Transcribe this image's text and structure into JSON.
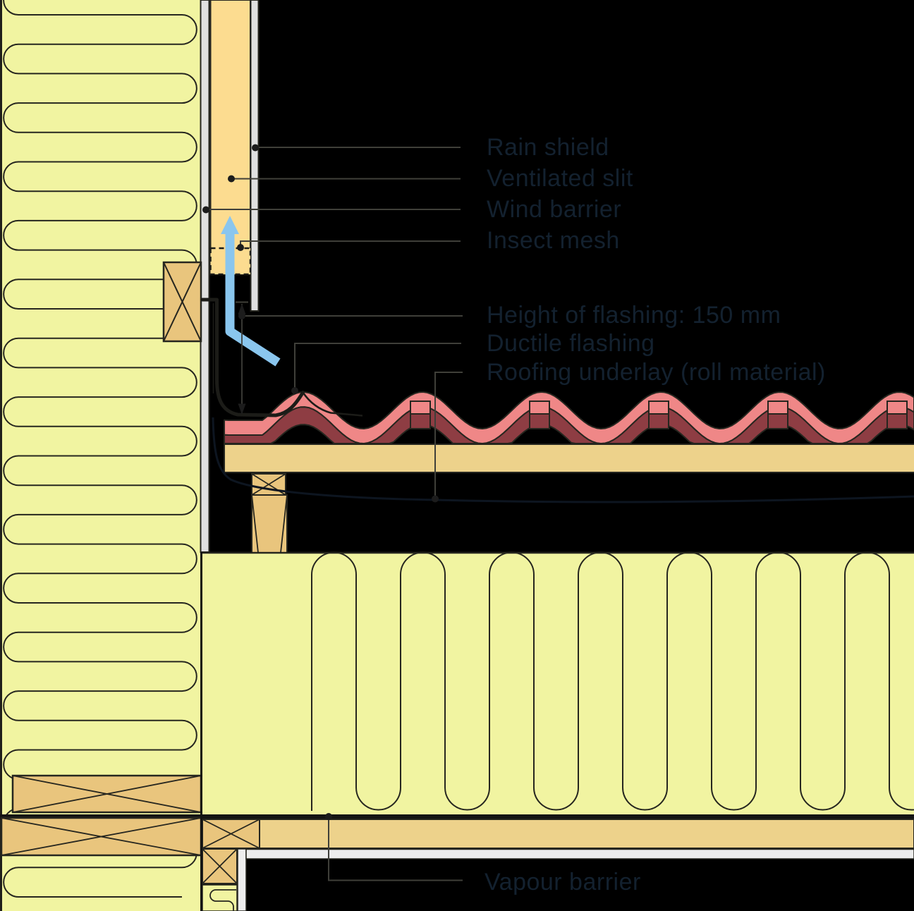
{
  "diagram": {
    "type": "construction-section-detail",
    "callouts": [
      {
        "id": "rain-shield",
        "label": "Rain shield"
      },
      {
        "id": "ventilated-slit",
        "label": "Ventilated slit"
      },
      {
        "id": "wind-barrier",
        "label": "Wind barrier"
      },
      {
        "id": "insect-mesh",
        "label": "Insect mesh"
      },
      {
        "id": "flashing-height",
        "label": "Height of flashing: 150 mm"
      },
      {
        "id": "ductile-flashing",
        "label": "Ductile flashing"
      },
      {
        "id": "roofing-underlay",
        "label": "Roofing underlay (roll material)"
      },
      {
        "id": "vapour-barrier",
        "label": "Vapour barrier"
      }
    ],
    "values": {
      "flashing_height_mm": 150
    },
    "colors": {
      "background": "#000000",
      "insulation": "#f1f4a1",
      "timber": "#e9c57d",
      "board": "#edd28b",
      "cavity": "#fcdc90",
      "layer_gray": "#e0e0e0",
      "cladding_gray": "#ededed",
      "tile_top": "#ef8787",
      "tile_bottom": "#8e3d43",
      "airflow": "#8ac6ee",
      "outline": "#26261f",
      "leader": "#3f3f39",
      "membrane": "#0d1520",
      "text": "#13212f",
      "vapour_barrier": "#141414",
      "flashing": "#1c1c18"
    }
  }
}
